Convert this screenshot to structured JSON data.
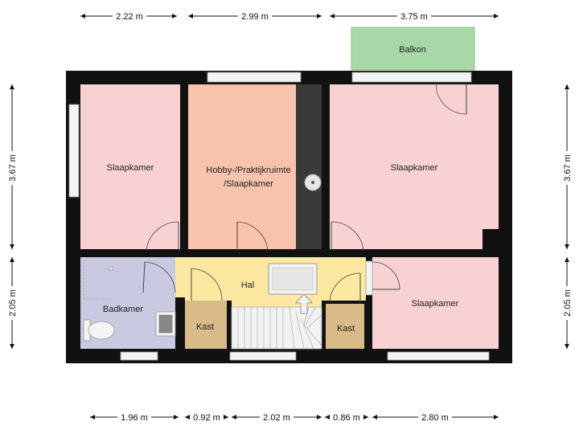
{
  "colors": {
    "bedroom": "#f8d2d2",
    "hobby": "#f7c3ad",
    "hallway": "#fde8a2",
    "bathroom": "#c9c9e1",
    "storage": "#d9bb8a",
    "balcony": "#a8d8a8",
    "wall": "#111111",
    "dark_strip": "#3a3a3a"
  },
  "rooms": {
    "slaapkamer_left": "Slaapkamer",
    "hobby_line1": "Hobby-/Praktijkruimte",
    "hobby_line2": "/Slaapkamer",
    "slaapkamer_right_top": "Slaapkamer",
    "slaapkamer_right_bottom": "Slaapkamer",
    "hal": "Hal",
    "badkamer": "Badkamer",
    "kast_left": "Kast",
    "kast_right": "Kast",
    "balkon": "Balkon"
  },
  "dimensions": {
    "top": [
      "2.22 m",
      "2.99 m",
      "3.75 m"
    ],
    "bottom": [
      "1.96 m",
      "0.92 m",
      "2.02 m",
      "0.86 m",
      "2.80 m"
    ],
    "left": [
      "3.67 m",
      "2.05 m"
    ],
    "right": [
      "3.67 m",
      "2.05 m"
    ]
  },
  "icons": [
    "stair-arrow-icon",
    "toilet-icon",
    "sink-icon",
    "shower-icon",
    "chimney-circle-icon"
  ]
}
